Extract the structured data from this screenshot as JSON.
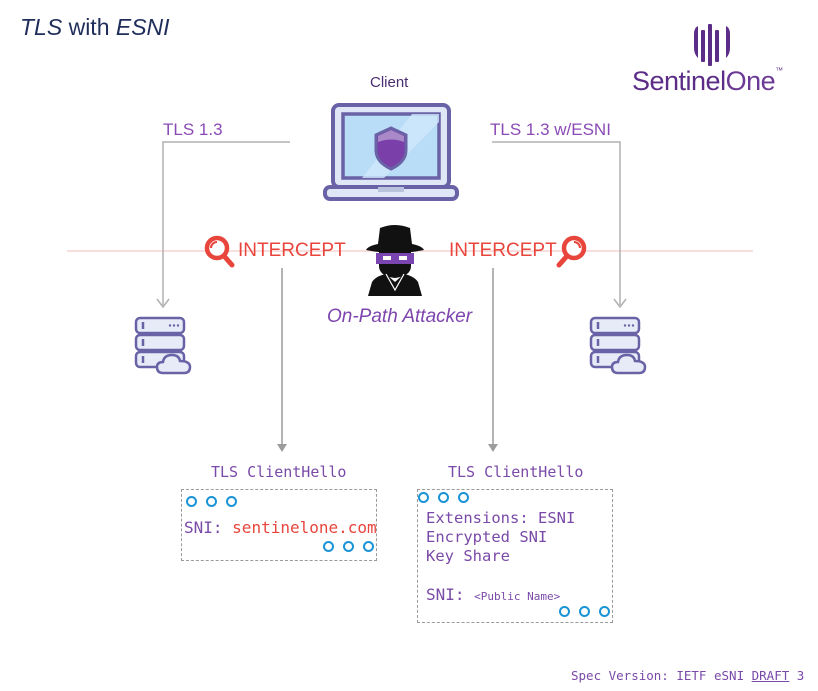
{
  "title": {
    "part1": "TLS",
    "part2": " with ",
    "part3": "ESNI"
  },
  "logo": {
    "name_part1": "Sentinel",
    "name_part2": "One",
    "trademark": "™"
  },
  "client": {
    "label": "Client",
    "icon": "laptop-shield-icon"
  },
  "paths": {
    "left": {
      "label": "TLS 1.3",
      "intercept_label": "INTERCEPT"
    },
    "right": {
      "label": "TLS 1.3  w/ESNI",
      "intercept_label": "INTERCEPT"
    }
  },
  "attacker": {
    "label": "On-Path Attacker",
    "icon": "spy-icon"
  },
  "servers": {
    "icon": "server-cloud-icon"
  },
  "client_hello_left": {
    "label": "TLS ClientHello",
    "sni_label": "SNI:",
    "sni_value": "sentinelone.com"
  },
  "client_hello_right": {
    "label": "TLS ClientHello",
    "lines": [
      "Extensions: ESNI",
      "Encrypted SNI",
      "Key Share"
    ],
    "sni_label": "SNI:",
    "sni_value": "<Public Name>"
  },
  "footer": {
    "spec_prefix": "Spec Version: IETF eSNI ",
    "spec_draft": "DRAFT",
    "spec_suffix": " 3"
  },
  "colors": {
    "title": "#1f2d5a",
    "brand_purple": "#5b2d86",
    "label_purple": "#8a4bb6",
    "intercept_red": "#e8453c",
    "dot_blue": "#1a93d6",
    "connector_gray": "#a8a8a8"
  }
}
